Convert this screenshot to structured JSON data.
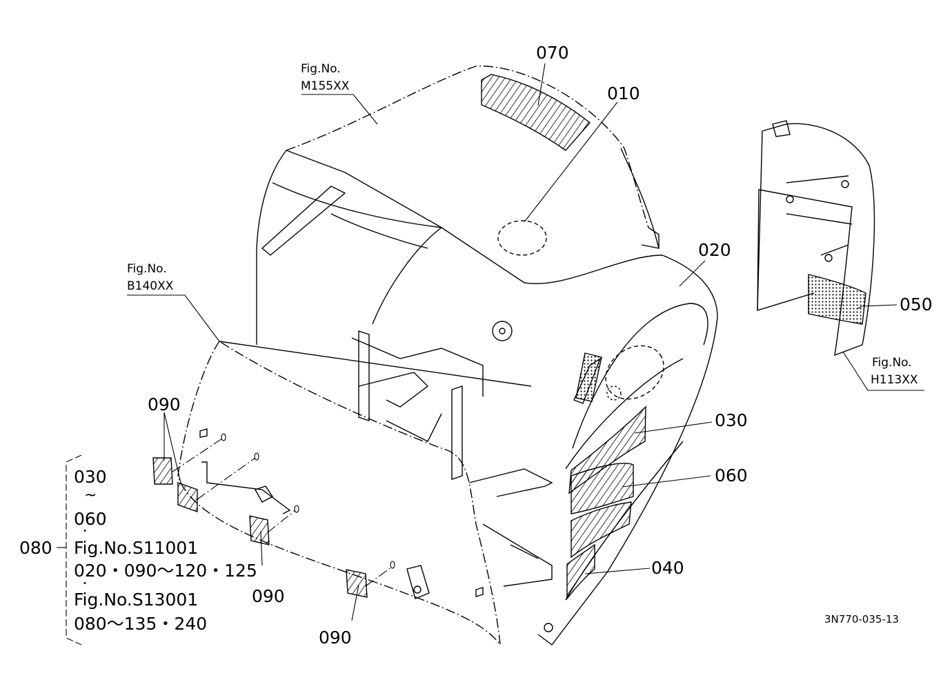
{
  "part_labels": {
    "p070": "070",
    "p010": "010",
    "p020": "020",
    "p050": "050",
    "p030": "030",
    "p060": "060",
    "p040": "040",
    "p090a": "090",
    "p090b": "090",
    "p090c": "090"
  },
  "fig_refs": {
    "m155": {
      "line1": "Fig.No.",
      "line2": "M155XX"
    },
    "b140": {
      "line1": "Fig.No.",
      "line2": "B140XX"
    },
    "h113": {
      "line1": "Fig.No.",
      "line2": "H113XX"
    }
  },
  "kit_note": {
    "label": "080",
    "line1": "030",
    "tilde": "~",
    "line2": "060",
    "dot1": "・",
    "line3": "Fig.No.S11001",
    "line4": "020・090～120・125",
    "dot2": "・",
    "line5": "Fig.No.S13001",
    "line6": "080～135・240"
  },
  "drawing_code": "3N770-035-13"
}
